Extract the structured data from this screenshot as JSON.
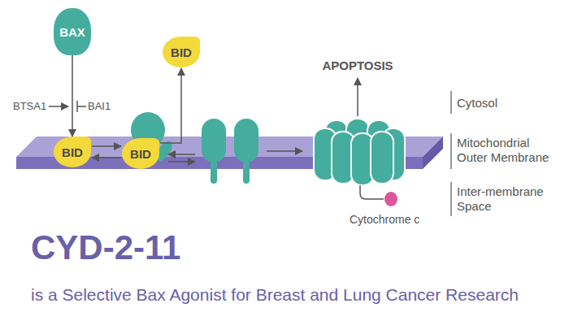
{
  "diagram": {
    "title": "CYD-2-11",
    "caption": "is a Selective Bax Agonist for Breast and Lung Cancer Research",
    "nodes": [
      {
        "text": [
          "BAX"
        ]
      },
      {
        "text": [
          "BID"
        ]
      },
      {
        "text": [
          "BID"
        ]
      },
      {
        "text": [
          "BID"
        ]
      }
    ],
    "edges": [
      {
        "from": 0,
        "to": 2,
        "arrow": "to"
      },
      {
        "from": 2,
        "to": 3,
        "arrow": "to"
      },
      {
        "from": 3,
        "to": 2,
        "arrow": "to"
      },
      {
        "from": 3,
        "to": 1,
        "arrow": "to"
      }
    ],
    "labels": [
      "BTSA1",
      "BAI1",
      "APOPTOSIS",
      "Cytosol",
      "Mitochondrial Outer Membrane",
      "Inter-membrane Space",
      "Cytochrome c"
    ]
  }
}
